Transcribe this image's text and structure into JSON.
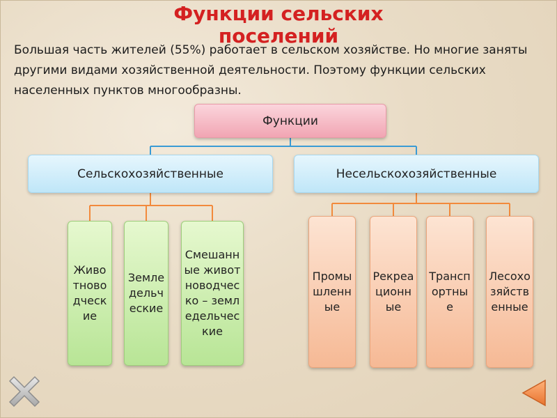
{
  "title": "Функции сельских поселений",
  "intro": "Большая часть жителей (55%) работает в сельском хозяйстве. Но многие заняты другими видами хозяйственной деятельности. Поэтому функции сельских населенных пунктов многообразны.",
  "diagram": {
    "root": "Функции",
    "categories": [
      "Сельскохозяйственные",
      "Несельскохозяйственные"
    ],
    "agricultural": [
      "Животноводческие",
      "Земледельческие",
      "Смешанные животноводческо – земледельческие"
    ],
    "non_agricultural": [
      "Промышленные",
      "Рекреационные",
      "Транспортные",
      "Лесохозяйственные"
    ]
  },
  "colors": {
    "title": "#d42121",
    "blue_line": "#3a9bd5",
    "orange_line": "#f28a3c"
  },
  "icons": {
    "close": "close-x-icon",
    "back": "back-arrow-icon"
  }
}
